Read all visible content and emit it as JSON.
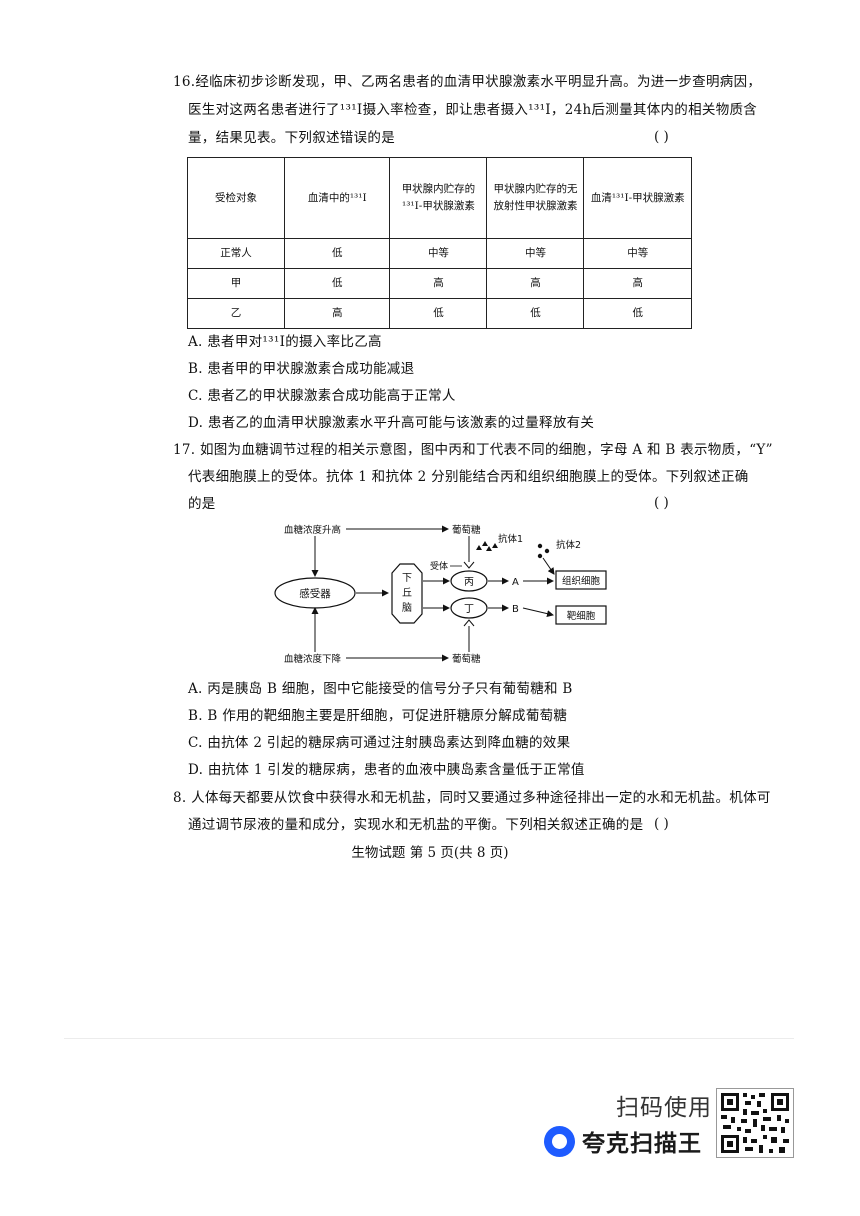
{
  "q16": {
    "line1": "16.经临床初步诊断发现，甲、乙两名患者的血清甲状腺激素水平明显升高。为进一步查明病因，",
    "line2": "医生对这两名患者进行了¹³¹I摄入率检查，即让患者摄入¹³¹I，24h后测量其体内的相关物质含",
    "line3": "量，结果见表。下列叙述错误的是",
    "paren": "(      )",
    "table": {
      "headers": [
        "受检对象",
        "血清中的¹³¹I",
        "甲状腺内贮存的¹³¹I-甲状腺激素",
        "甲状腺内贮存的无放射性甲状腺激素",
        "血清¹³¹I-甲状腺激素"
      ],
      "rows": [
        [
          "正常人",
          "低",
          "中等",
          "中等",
          "中等"
        ],
        [
          "甲",
          "低",
          "高",
          "高",
          "高"
        ],
        [
          "乙",
          "高",
          "低",
          "低",
          "低"
        ]
      ]
    },
    "options": {
      "A": "A. 患者甲对¹³¹I的摄入率比乙高",
      "B": "B. 患者甲的甲状腺激素合成功能减退",
      "C": "C. 患者乙的甲状腺激素合成功能高于正常人",
      "D": "D. 患者乙的血清甲状腺激素水平升高可能与该激素的过量释放有关"
    }
  },
  "q17": {
    "line1": "17. 如图为血糖调节过程的相关示意图，图中丙和丁代表不同的细胞，字母 A 和 B 表示物质，“Y”",
    "line2": "代表细胞膜上的受体。抗体 1 和抗体 2 分别能结合丙和组织细胞膜上的受体。下列叙述正确",
    "line3": "的是",
    "paren": "(      )",
    "diagram": {
      "rise": "血糖浓度升高",
      "fall": "血糖浓度下降",
      "glucose_top": "葡萄糖",
      "glucose_bottom": "葡萄糖",
      "receptor_organ": "感受器",
      "hypothalamus": [
        "下",
        "丘",
        "脑"
      ],
      "cell_bing": "丙",
      "cell_ding": "丁",
      "receptor": "受体",
      "antibody1": "抗体1",
      "antibody2": "抗体2",
      "sub_a": "A",
      "sub_b": "B",
      "tissue_cell": "组织细胞",
      "target_cell": "靶细胞"
    },
    "options": {
      "A": "A. 丙是胰岛 B 细胞，图中它能接受的信号分子只有葡萄糖和 B",
      "B": "B. B 作用的靶细胞主要是肝细胞，可促进肝糖原分解成葡萄糖",
      "C": "C. 由抗体 2 引起的糖尿病可通过注射胰岛素达到降血糖的效果",
      "D": "D. 由抗体 1 引发的糖尿病，患者的血液中胰岛素含量低于正常值"
    }
  },
  "q18": {
    "line1": "8. 人体每天都要从饮食中获得水和无机盐，同时又要通过多种途径排出一定的水和无机盐。机体可",
    "line2": "通过调节尿液的量和成分，实现水和无机盐的平衡。下列相关叙述正确的是",
    "paren": "(      )"
  },
  "footer": "生物试题   第 5 页(共 8 页)",
  "watermark": {
    "scan_text": "扫码使用",
    "brand": "夸克扫描王"
  }
}
